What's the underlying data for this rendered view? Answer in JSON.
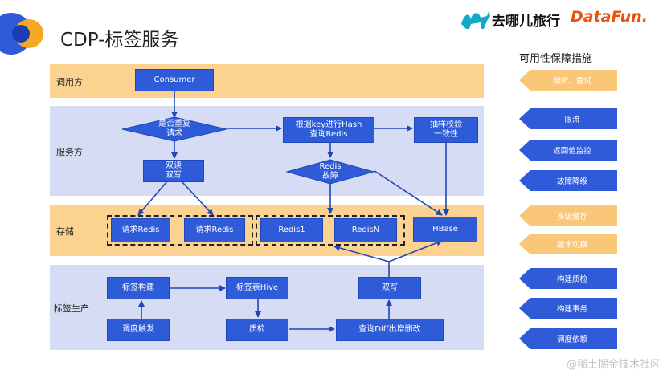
{
  "header": {
    "title": "CDP-标签服务",
    "brand_cn": "去哪儿旅行",
    "brand_en": "DataFun."
  },
  "colors": {
    "orange_lane": "#fbd28f",
    "blue_lane": "#d6dcf4",
    "node_blue": "#2e5bd8",
    "arrow_orange": "#f9c777",
    "arrow_blue": "#2f5ad8"
  },
  "lanes": {
    "caller": "调用方",
    "service": "服务方",
    "storage": "存储",
    "production": "标签生产"
  },
  "nodes": {
    "consumer": "Consumer",
    "repeat_request": "是否重复\n请求",
    "hash_redis": "根据key进行Hash\n查询Redis",
    "sample_check": "抽样校验\n一致性",
    "dual_rw": "双读\n双写",
    "redis_fault": "Redis\n故障",
    "req_redis_1": "请求Redis",
    "req_redis_2": "请求Redis",
    "redis1": "Redis1",
    "redisn": "RedisN",
    "hbase": "HBase",
    "tag_build": "标签构建",
    "tag_hive": "标签表Hive",
    "dual_write": "双写",
    "schedule": "调度触发",
    "quality": "质检",
    "diff": "查询Diff出增删改"
  },
  "sidebar": {
    "title": "可用性保障措施",
    "items": [
      {
        "label": "熔断、重试",
        "color": "orange"
      },
      {
        "label": "限流",
        "color": "blue"
      },
      {
        "label": "返回值监控",
        "color": "blue"
      },
      {
        "label": "故障降级",
        "color": "blue"
      },
      {
        "label": "多级缓存",
        "color": "orange"
      },
      {
        "label": "版本切换",
        "color": "orange"
      },
      {
        "label": "构建质检",
        "color": "blue"
      },
      {
        "label": "构建事务",
        "color": "blue"
      },
      {
        "label": "调度依赖",
        "color": "blue"
      }
    ]
  },
  "watermark": "@稀土掘金技术社区"
}
